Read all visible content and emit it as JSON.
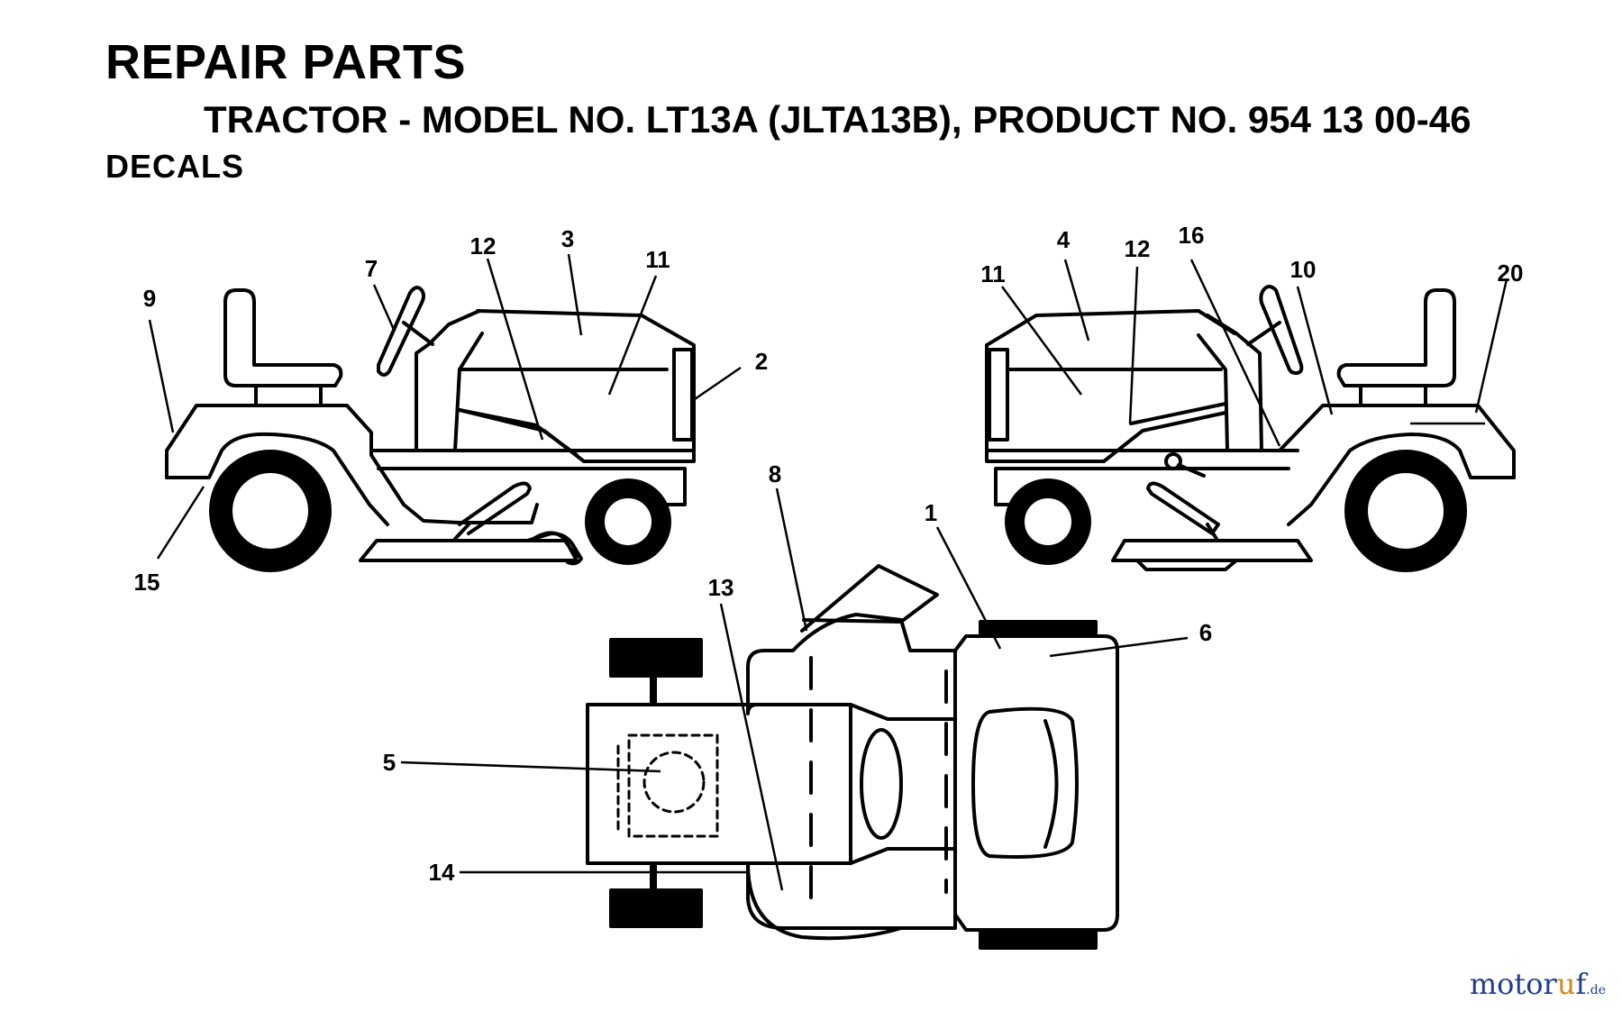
{
  "header": {
    "title": "REPAIR PARTS",
    "subtitle": "TRACTOR - MODEL NO. LT13A (JLTA13B), PRODUCT NO. 954 13 00-46",
    "section": "DECALS"
  },
  "callouts": {
    "left_view": [
      "9",
      "7",
      "12",
      "3",
      "11",
      "2",
      "15"
    ],
    "right_view": [
      "11",
      "4",
      "12",
      "16",
      "10",
      "20"
    ],
    "top_view": [
      "8",
      "1",
      "13",
      "6",
      "5",
      "14"
    ]
  },
  "watermark": {
    "part1": "motor",
    "part2": "u",
    "part3": "f",
    "suffix": ".de"
  },
  "colors": {
    "line": "#000000",
    "background": "#ffffff",
    "watermark_blue": "#1f3e8f",
    "watermark_orange": "#d08a1c"
  }
}
